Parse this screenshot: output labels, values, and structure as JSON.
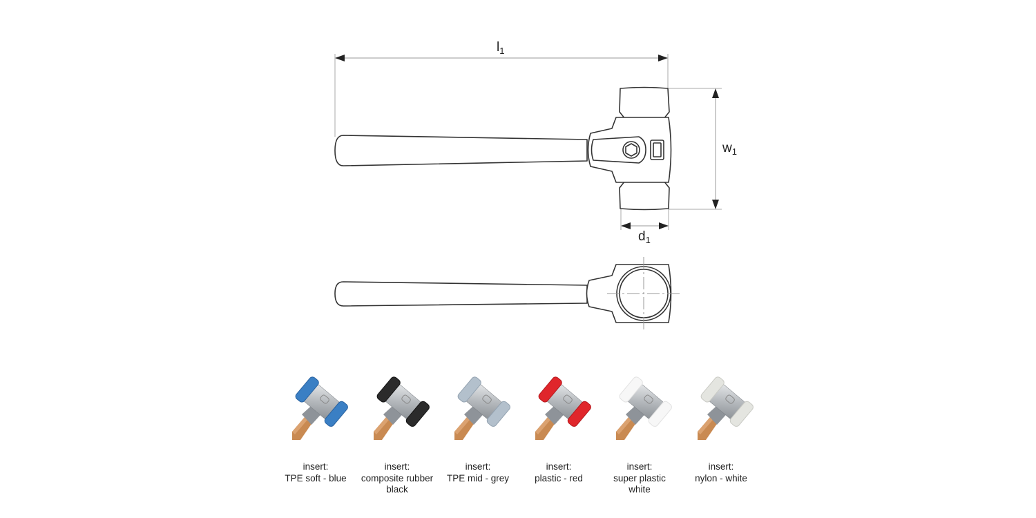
{
  "dimensions": {
    "length": {
      "symbol": "l",
      "subscript": "1"
    },
    "width": {
      "symbol": "w",
      "subscript": "1"
    },
    "diameter": {
      "symbol": "d",
      "subscript": "1"
    }
  },
  "line_color": "#333333",
  "dim_line_color": "#aaaaaa",
  "variants": [
    {
      "label_line1": "insert:",
      "label_line2": "TPE soft - blue",
      "label_line3": "",
      "color": "#3a7fc4",
      "shade": "#2a63a0"
    },
    {
      "label_line1": "insert:",
      "label_line2": "composite rubber",
      "label_line3": "black",
      "color": "#2b2b2b",
      "shade": "#141414"
    },
    {
      "label_line1": "insert:",
      "label_line2": "TPE mid - grey",
      "label_line3": "",
      "color": "#b3c0cc",
      "shade": "#94a3b1"
    },
    {
      "label_line1": "insert:",
      "label_line2": "plastic - red",
      "label_line3": "",
      "color": "#e0262b",
      "shade": "#b51a1f"
    },
    {
      "label_line1": "insert:",
      "label_line2": "super plastic",
      "label_line3": "white",
      "color": "#f7f7f7",
      "shade": "#e2e2e2"
    },
    {
      "label_line1": "insert:",
      "label_line2": "nylon - white",
      "label_line3": "",
      "color": "#e4e5e0",
      "shade": "#c9cac4"
    }
  ]
}
